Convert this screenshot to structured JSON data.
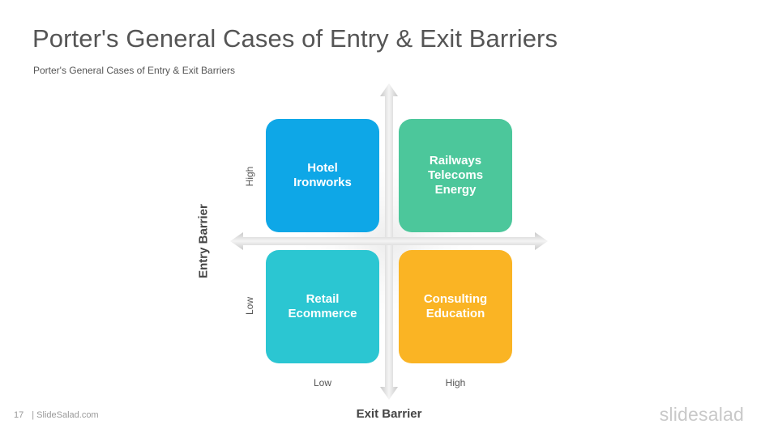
{
  "slide": {
    "title": "Porter's General Cases of Entry & Exit Barriers",
    "subtitle": "Porter's General Cases of Entry & Exit Barriers"
  },
  "matrix": {
    "cells": {
      "high_entry_low_exit": "Hotel\nIronworks",
      "high_entry_high_exit": "Railways\nTelecoms\nEnergy",
      "low_entry_low_exit": "Retail\nEcommerce",
      "low_entry_high_exit": "Consulting\nEducation"
    },
    "y_axis": {
      "title": "Entry Barrier",
      "high": "High",
      "low": "Low"
    },
    "x_axis": {
      "title": "Exit Barrier",
      "low": "Low",
      "high": "High"
    },
    "colors": {
      "high_entry_low_exit": "#0ea7e7",
      "high_entry_high_exit": "#4cc79b",
      "low_entry_low_exit": "#2bc6d2",
      "low_entry_high_exit": "#fab424"
    }
  },
  "footer": {
    "page_number": "17",
    "source": "| SlideSalad.com"
  },
  "brand": {
    "logo_text": "slidesalad"
  }
}
